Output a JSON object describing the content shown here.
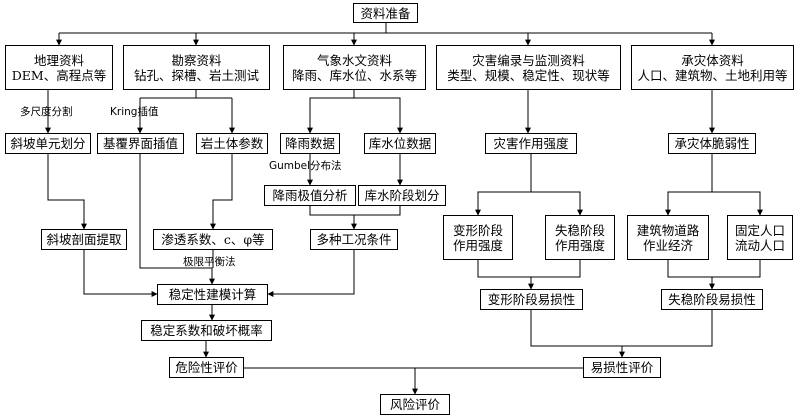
{
  "nodes": {
    "prep": "资料准备",
    "geo": "地理资料\nDEM、高程点等",
    "survey": "勘察资料\n钻孔、探槽、岩土测试",
    "hydro": "气象水文资料\n降雨、库水位、水系等",
    "disaster": "灾害编录与监测资料\n类型、规模、稳定性、现状等",
    "exposure": "承灾体资料\n人口、建筑物、土地利用等",
    "slope_unit": "斜坡单元划分",
    "bedrock": "基覆界面插值",
    "soil_param": "岩土体参数",
    "rainfall": "降雨数据",
    "reservoir": "库水位数据",
    "intensity": "灾害作用强度",
    "vulnerability": "承灾体脆弱性",
    "rain_extreme": "降雨极值分析",
    "reservoir_stage": "库水阶段划分",
    "deform_int": "变形阶段\n作用强度",
    "fail_int": "失稳阶段\n作用强度",
    "buildings": "建筑物道路\n作业经济",
    "people": "固定人口\n流动人口",
    "profile": "斜坡剖面提取",
    "seepage": "渗透系数、c、φ等",
    "conditions": "多种工况条件",
    "modeling": "稳定性建模计算",
    "deform_vul": "变形阶段易损性",
    "fail_vul": "失稳阶段易损性",
    "stability": "稳定系数和破坏概率",
    "hazard": "危险性评价",
    "vul_eval": "易损性评价",
    "risk": "风险评价"
  },
  "edge_labels": {
    "multiscale": "多尺度分割",
    "kriging": "Kring插值",
    "gumbel": "Gumbel分布法",
    "limit_eq": "极限平衡法"
  }
}
